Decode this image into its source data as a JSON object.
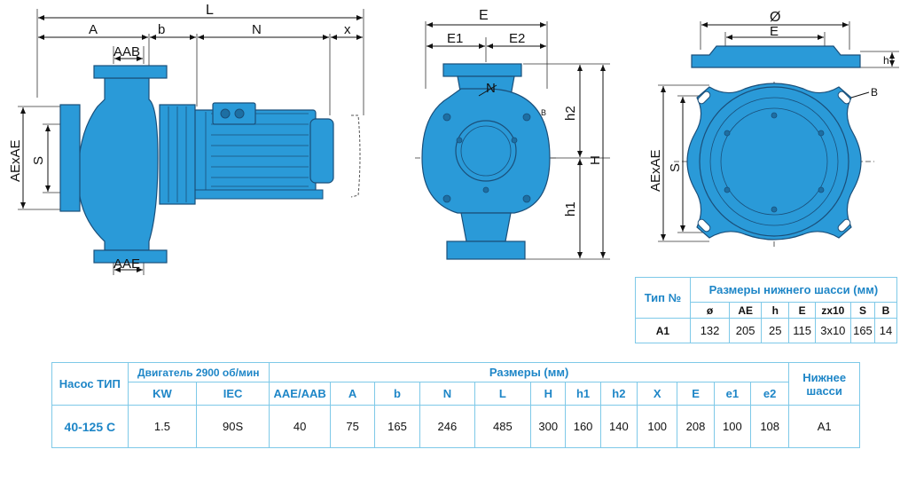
{
  "side_view": {
    "labels": {
      "L": "L",
      "A": "A",
      "b": "b",
      "N": "N",
      "x": "x",
      "AAB": "AAB",
      "AAE": "AAE",
      "AExAE": "AExAE",
      "S": "S"
    }
  },
  "front_view": {
    "labels": {
      "E": "E",
      "E1": "E1",
      "E2": "E2",
      "N": "N",
      "B": "B",
      "h2": "h2",
      "H": "H",
      "h1": "h1"
    }
  },
  "base_view": {
    "labels": {
      "phi": "Ø",
      "E": "E",
      "h": "h",
      "B": "B",
      "AExAE": "AExAE",
      "S": "S"
    }
  },
  "colors": {
    "pump_blue": "#2a9ad8",
    "outline": "#1a4f7a",
    "header_blue": "#1e86c7",
    "table_border": "#7ec9e8"
  },
  "chassis_table": {
    "col_type": "Тип №",
    "title": "Размеры нижнего шасси (мм)",
    "headers": [
      "ø",
      "AE",
      "h",
      "E",
      "zx10",
      "S",
      "B"
    ],
    "row": {
      "type": "A1",
      "values": [
        "132",
        "205",
        "25",
        "115",
        "3x10",
        "165",
        "14"
      ]
    }
  },
  "main_table": {
    "pump_type_header": "Насос ТИП",
    "motor_header": "Двигатель 2900 об/мин",
    "motor_sub": [
      "KW",
      "IEC"
    ],
    "dims_header": "Размеры (мм)",
    "dims_sub": [
      "AAE/AAB",
      "A",
      "b",
      "N",
      "L",
      "H",
      "h1",
      "h2",
      "X",
      "E",
      "e1",
      "e2"
    ],
    "chassis_header": "Нижнее шасси",
    "row": {
      "type": "40-125 C",
      "kw": "1.5",
      "iec": "90S",
      "dims": [
        "40",
        "75",
        "165",
        "246",
        "485",
        "300",
        "160",
        "140",
        "100",
        "208",
        "100",
        "108"
      ],
      "chassis": "A1"
    }
  }
}
